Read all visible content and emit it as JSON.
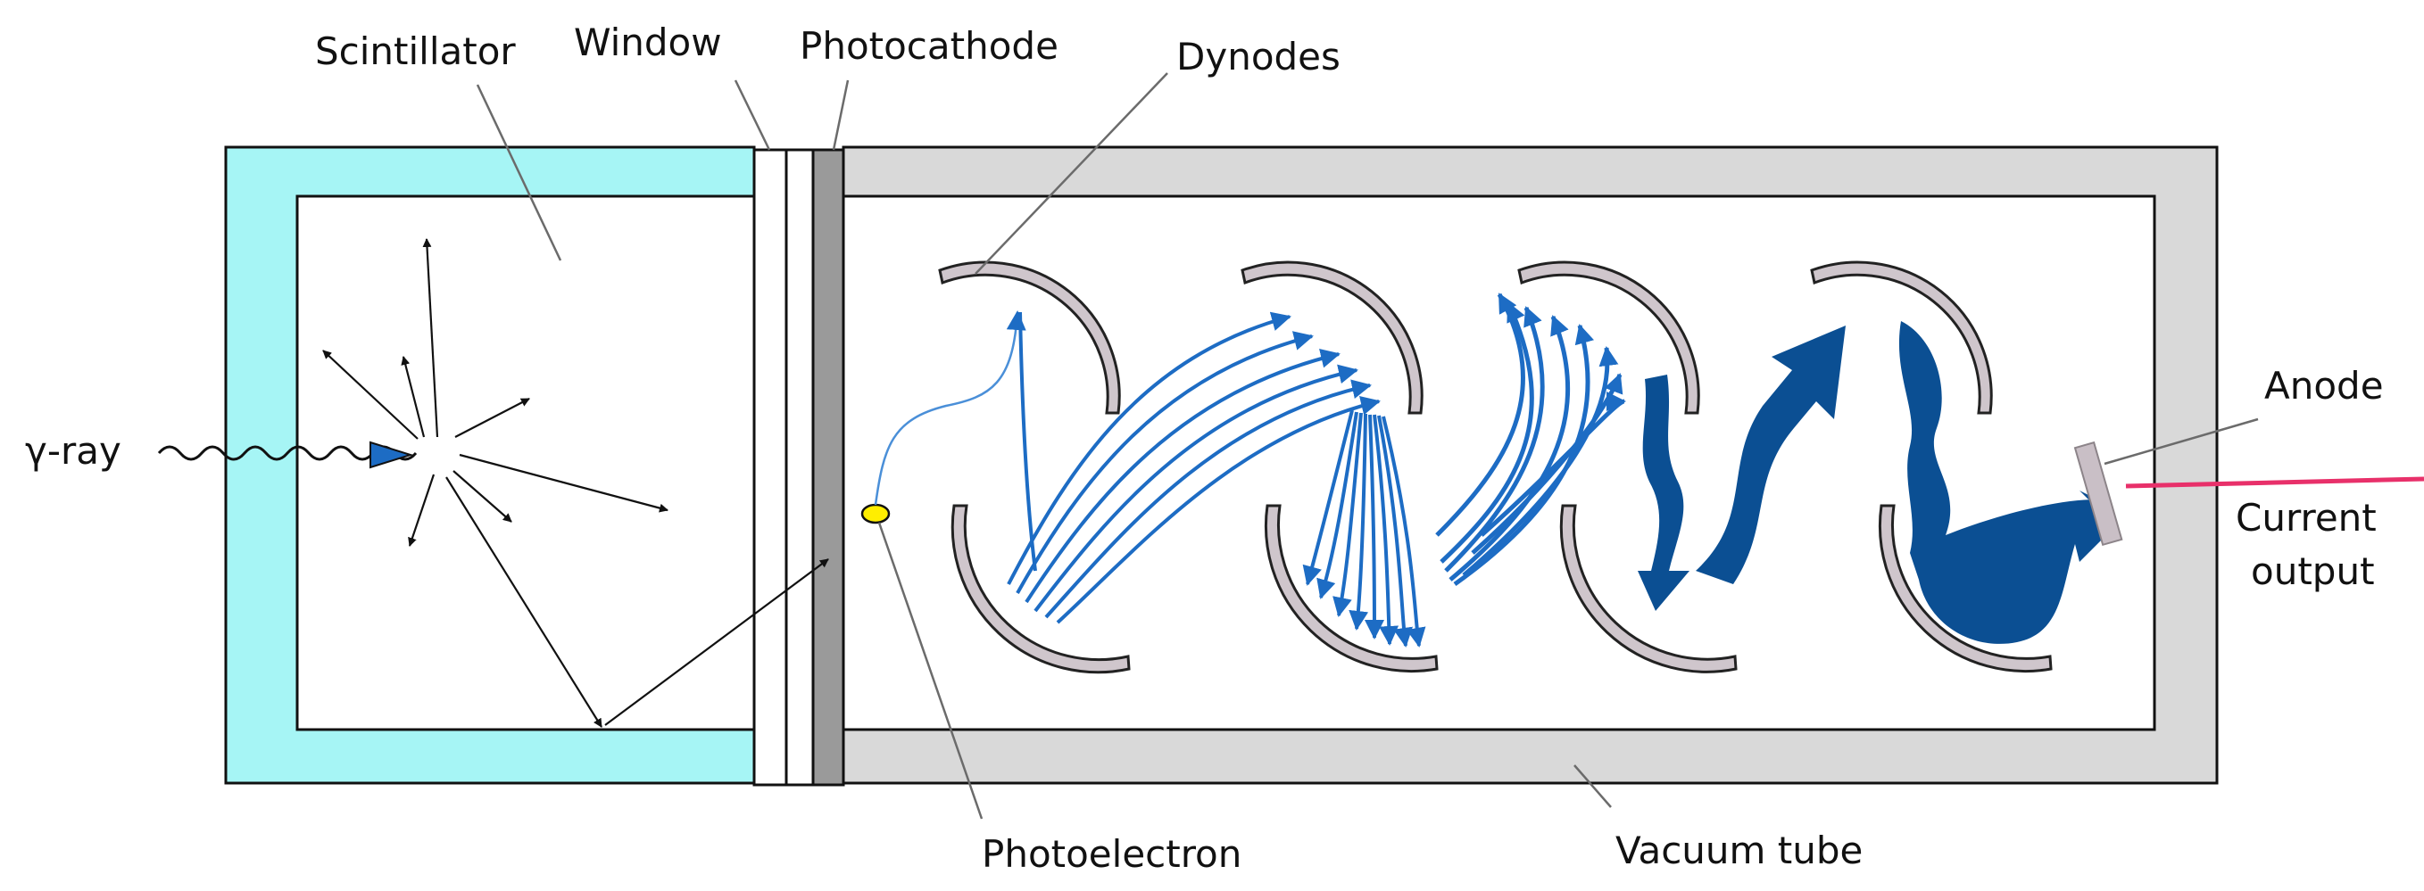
{
  "labels": {
    "scintillator": "Scintillator",
    "window": "Window",
    "photocathode": "Photocathode",
    "dynodes": "Dynodes",
    "gamma_ray": "γ-ray",
    "anode": "Anode",
    "current_output_line1": "Current",
    "current_output_line2": "output",
    "photoelectron": "Photoelectron",
    "vacuum_tube": "Vacuum tube"
  },
  "colors": {
    "scintillator_housing": "#a6f5f5",
    "vacuum_tube_wall": "#d9d9d9",
    "photocathode": "#9a9a9a",
    "dynode_fill": "#cfc6cc",
    "electron_light": "#1d6cc4",
    "electron_dark": "#0b4f93",
    "photoelectron": "#ffee00",
    "anode": "#c9bfc6",
    "current_output": "#e8306a",
    "gamma_marker": "#1d6cc4"
  },
  "dynode_count": 8
}
